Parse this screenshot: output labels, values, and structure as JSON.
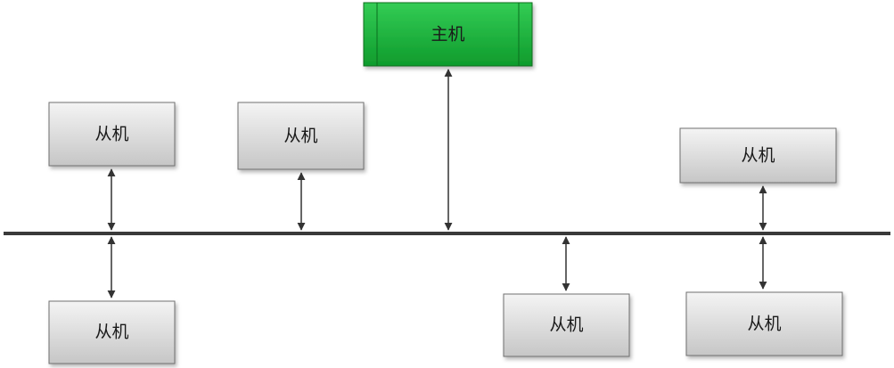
{
  "diagram": {
    "colors": {
      "master_fill_top": "#33cc55",
      "master_fill_bottom": "#0f9b2c",
      "master_border": "#0b6e1f",
      "slave_fill_top": "#f2f2f2",
      "slave_fill_bottom": "#c9c9c9",
      "slave_border": "#6f6f6f",
      "bus": "#3a3a3a",
      "connector": "#333333"
    },
    "master": {
      "label": "主机"
    },
    "slaves": [
      {
        "label": "从机"
      },
      {
        "label": "从机"
      },
      {
        "label": "从机"
      },
      {
        "label": "从机"
      },
      {
        "label": "从机"
      },
      {
        "label": "从机"
      }
    ]
  }
}
